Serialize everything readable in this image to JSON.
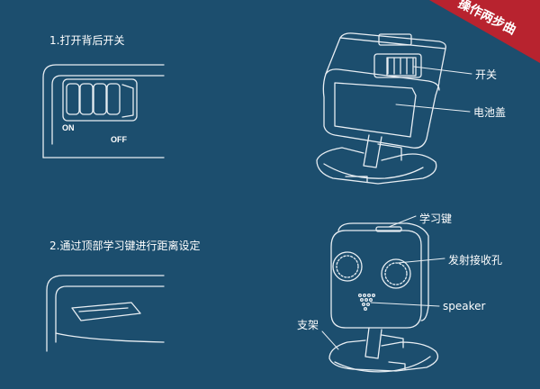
{
  "banner": {
    "text": "操作两步曲",
    "color": "#b8232f"
  },
  "steps": [
    {
      "title": "1.打开背后开关"
    },
    {
      "title": "2.通过顶部学习键进行距离设定"
    }
  ],
  "switch_labels": {
    "on": "ON",
    "off": "OFF"
  },
  "labels": {
    "switch": "开关",
    "battery_cover": "电池盖",
    "learn_key": "学习键",
    "transceiver_holes": "发射接收孔",
    "speaker": "speaker",
    "stand": "支架"
  },
  "colors": {
    "background": "#1c4e6e",
    "line": "#e8eef3"
  }
}
